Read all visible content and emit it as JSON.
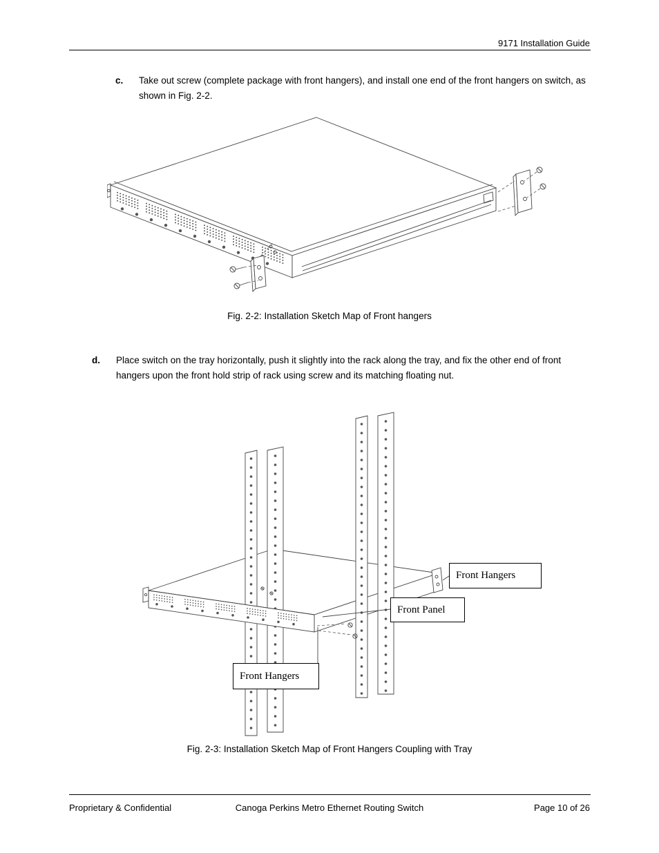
{
  "header": {
    "title": "9171 Installation Guide"
  },
  "steps": [
    {
      "letter": "c.",
      "text": "Take out screw (complete package with front hangers), and install one end of the front hangers on switch, as shown in Fig. 2-2."
    },
    {
      "letter": "d.",
      "text": "Place switch on the tray horizontally, push it slightly into the rack along the tray, and fix the other end of front hangers upon the front hold strip of rack using screw and its matching floating nut."
    }
  ],
  "figure_2_2": {
    "caption": "Fig. 2-2: Installation Sketch Map of Front hangers"
  },
  "figure_2_3": {
    "caption": "Fig. 2-3: Installation Sketch Map of Front Hangers Coupling with Tray",
    "labels": {
      "front_hangers_top": "Front Hangers",
      "front_panel": "Front Panel",
      "front_hangers_bottom": "Front Hangers"
    }
  },
  "footer": {
    "left": "Proprietary & Confidential",
    "center": "Canoga Perkins Metro Ethernet Routing Switch",
    "right": "Page 10 of 26"
  }
}
